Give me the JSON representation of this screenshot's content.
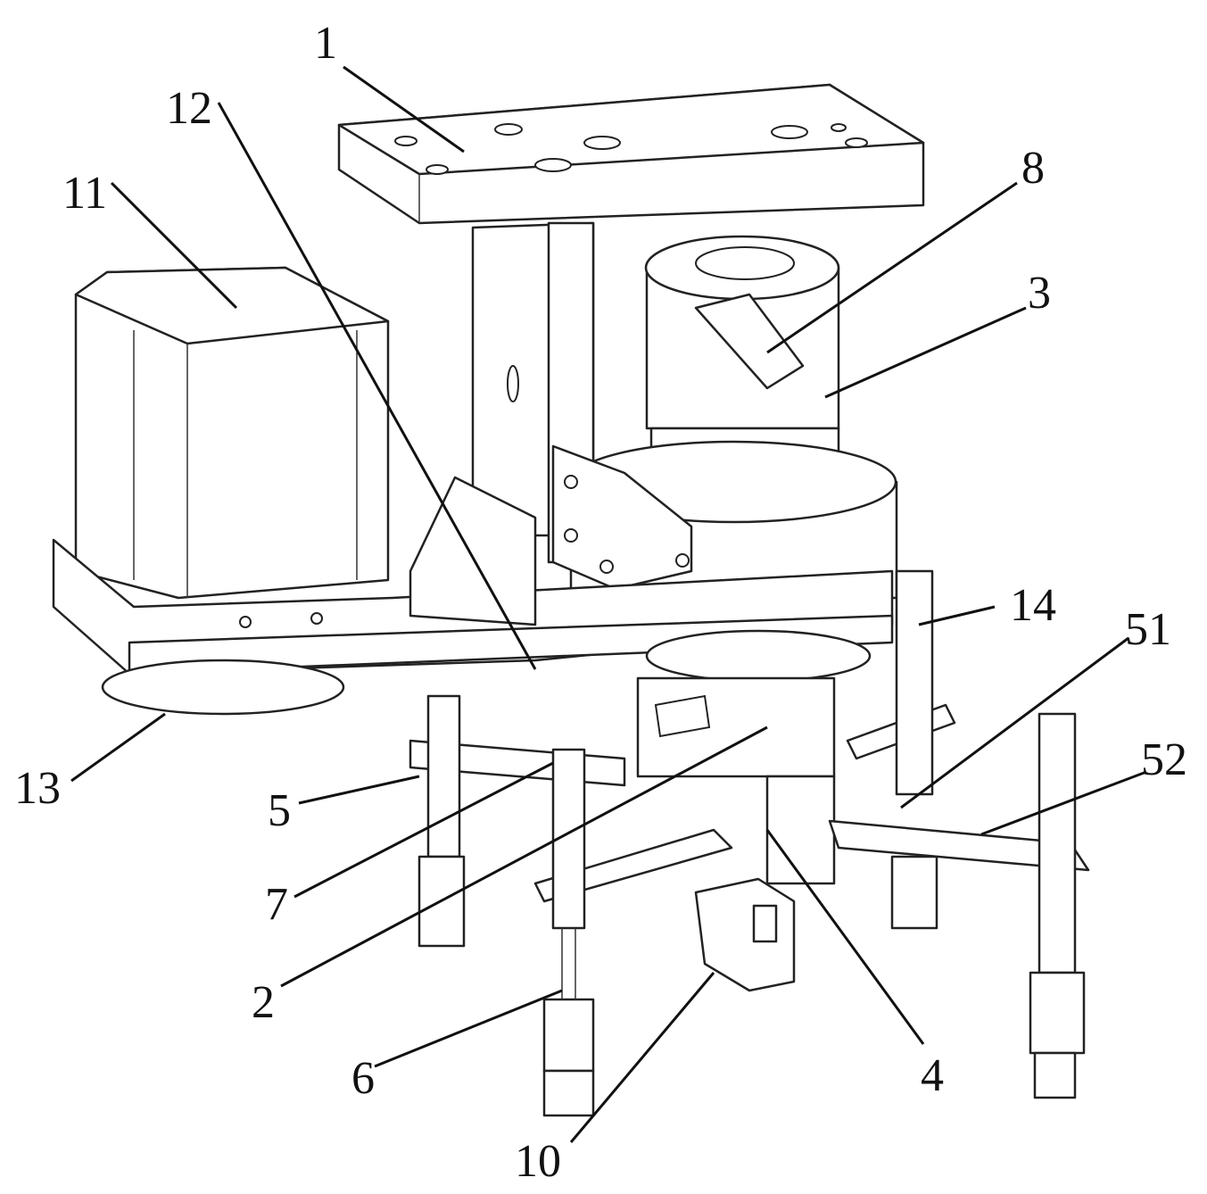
{
  "figure": {
    "labels": [
      {
        "id": "1",
        "text": "1"
      },
      {
        "id": "12",
        "text": "12"
      },
      {
        "id": "11",
        "text": "11"
      },
      {
        "id": "8",
        "text": "8"
      },
      {
        "id": "3",
        "text": "3"
      },
      {
        "id": "14",
        "text": "14"
      },
      {
        "id": "51",
        "text": "51"
      },
      {
        "id": "52",
        "text": "52"
      },
      {
        "id": "13",
        "text": "13"
      },
      {
        "id": "5",
        "text": "5"
      },
      {
        "id": "7",
        "text": "7"
      },
      {
        "id": "2",
        "text": "2"
      },
      {
        "id": "6",
        "text": "6"
      },
      {
        "id": "4",
        "text": "4"
      },
      {
        "id": "10",
        "text": "10"
      }
    ]
  }
}
